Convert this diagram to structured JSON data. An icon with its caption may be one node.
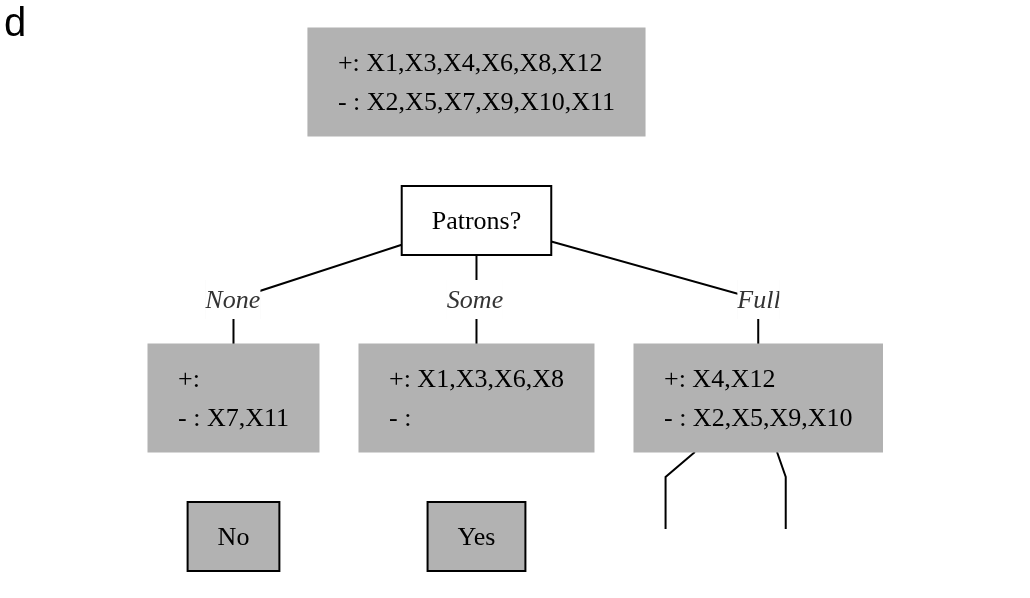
{
  "diagram": {
    "nodes": [
      {
        "text": [
          "+: X1,X3,X4,X6,X8,X12",
          "- : X2,X5,X7,X9,X10,X11"
        ]
      },
      {
        "text": [
          "Patrons?"
        ]
      },
      {
        "text": [
          "+:",
          "- : X7,X11"
        ]
      },
      {
        "text": [
          "+: X1,X3,X6,X8",
          "- :"
        ]
      },
      {
        "text": [
          "+: X4,X12",
          "- : X2,X5,X9,X10"
        ]
      },
      {
        "text": [
          "No"
        ]
      },
      {
        "text": [
          "Yes"
        ]
      }
    ],
    "edges": [
      {
        "from": 1,
        "to": 2,
        "arrow": "none",
        "label": "None"
      },
      {
        "from": 1,
        "to": 3,
        "arrow": "none",
        "label": "Some"
      },
      {
        "from": 1,
        "to": 4,
        "arrow": "none",
        "label": "Full"
      },
      {
        "from": 4,
        "to": null,
        "arrow": "none"
      },
      {
        "from": 4,
        "to": null,
        "arrow": "none"
      }
    ],
    "labels": [
      "d"
    ]
  }
}
